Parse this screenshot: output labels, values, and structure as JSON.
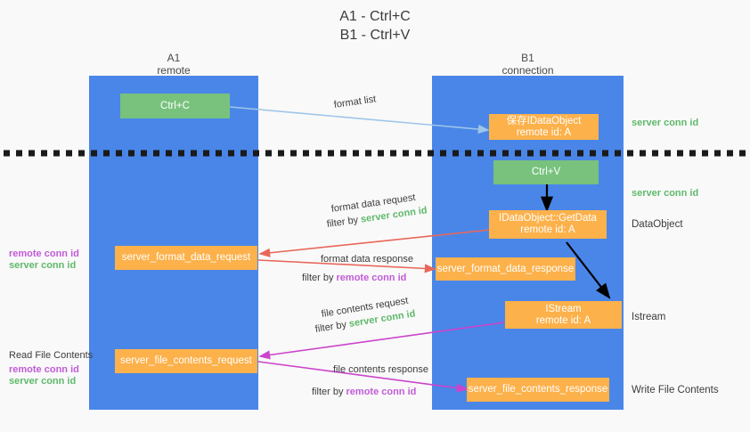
{
  "title": {
    "line1": "A1 - Ctrl+C",
    "line2": "B1 - Ctrl+V"
  },
  "colors": {
    "background": "#f9f9f9",
    "lane": "#4a86e8",
    "box_green": "#78c27d",
    "box_orange": "#fcb14b",
    "accent_green_text": "#5fb96a",
    "accent_magenta_text": "#c15bd8",
    "arrow_lightblue": "#9fc5e8",
    "arrow_red": "#e8675a",
    "arrow_magenta": "#cc44cc",
    "arrow_black": "#000000",
    "separator": "#1a1a1a"
  },
  "lanes": [
    {
      "name": "A1",
      "subtitle": "remote"
    },
    {
      "name": "B1",
      "subtitle": "connection"
    }
  ],
  "nodes": {
    "ctrl_c": "Ctrl+C",
    "ctrl_v": "Ctrl+V",
    "idataobject": {
      "line1": "保存IDataObject",
      "line2": "remote id: A"
    },
    "getdata": {
      "line1": "IDataObject::GetData",
      "line2": "remote id: A"
    },
    "istream": {
      "line1": "IStream",
      "line2": "remote id: A"
    },
    "server_format_data_request": "server_format_data_request",
    "server_format_data_response": "server_format_data_response",
    "server_file_contents_request": "server_file_contents_request",
    "server_file_contents_response": "server_file_contents_response"
  },
  "edge_labels": {
    "format_list": "format list",
    "format_data_request": "format data request",
    "format_data_request_filter_prefix": "filter by ",
    "format_data_request_filter_value": "server conn id",
    "format_data_response": "format data response",
    "format_data_response_filter_prefix": "filter by ",
    "format_data_response_filter_value": "remote conn id",
    "file_contents_request": "file contents request",
    "file_contents_request_filter_prefix": "filter by ",
    "file_contents_request_filter_value": "server conn id",
    "file_contents_response": "file contents response",
    "file_contents_response_filter_prefix": "filter by ",
    "file_contents_response_filter_value": "remote conn id"
  },
  "right_annotations": [
    {
      "text": "server conn id",
      "style": "green"
    },
    {
      "text": "server conn id",
      "style": "green"
    },
    {
      "text": "DataObject",
      "style": "dark"
    },
    {
      "text": "Istream",
      "style": "dark"
    },
    {
      "text": "Write File Contents",
      "style": "dark"
    }
  ],
  "left_annotations": {
    "group1": {
      "remote": "remote conn id",
      "server": "server conn id"
    },
    "group2": {
      "heading": "Read File Contents",
      "remote": "remote conn id",
      "server": "server conn id"
    }
  }
}
